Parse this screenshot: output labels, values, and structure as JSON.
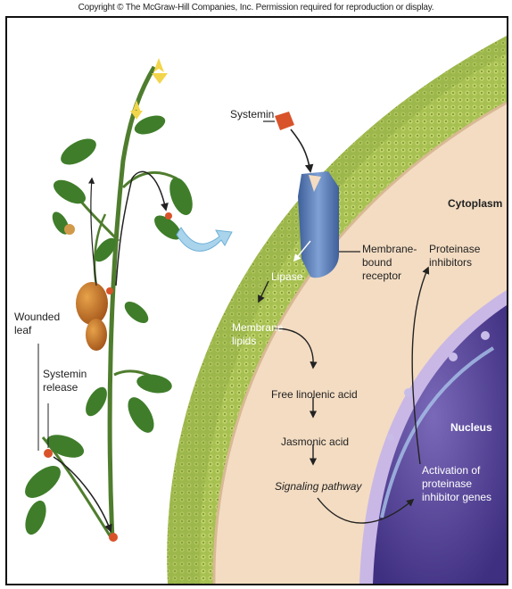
{
  "copyright": "Copyright © The McGraw-Hill Companies, Inc. Permission required for reproduction or display.",
  "labels": {
    "systemin": "Systemin",
    "cytoplasm": "Cytoplasm",
    "membrane_bound_receptor": [
      "Membrane-",
      "bound",
      "receptor"
    ],
    "proteinase_inhibitors": [
      "Proteinase",
      "inhibitors"
    ],
    "lipase": "Lipase",
    "membrane_lipids": [
      "Membrane",
      "lipids"
    ],
    "free_linolenic_acid": "Free linolenic acid",
    "jasmonic_acid": "Jasmonic acid",
    "signaling_pathway": "Signaling pathway",
    "nucleus": "Nucleus",
    "activation": [
      "Activation of",
      "proteinase",
      "inhibitor genes"
    ],
    "wounded_leaf": [
      "Wounded",
      "leaf"
    ],
    "systemin_release": [
      "Systemin",
      "release"
    ]
  },
  "colors": {
    "membrane_green": "#9bb54a",
    "cytoplasm": "#f3dcc2",
    "nucleus": "#5b4a9c",
    "receptor": "#5b7fb8",
    "systemin": "#d9532a",
    "stem": "#4f7d2e",
    "tomato": "#c8741e",
    "flower": "#f2d54a"
  }
}
